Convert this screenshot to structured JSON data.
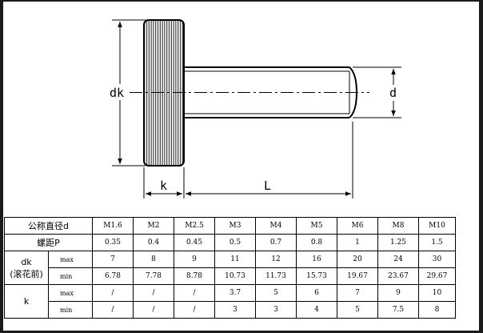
{
  "drawing": {
    "label_dk": "dk",
    "label_d": "d",
    "label_k": "k",
    "label_L": "L"
  },
  "table": {
    "header_label": "公称直径d",
    "sizes": [
      "M1.6",
      "M2",
      "M2.5",
      "M3",
      "M4",
      "M5",
      "M6",
      "M8",
      "M10"
    ],
    "pitch": {
      "label": "螺距P",
      "values": [
        "0.35",
        "0.4",
        "0.45",
        "0.5",
        "0.7",
        "0.8",
        "1",
        "1.25",
        "1.5"
      ]
    },
    "dk": {
      "label": "dk",
      "note": "(滚花前)",
      "max": {
        "label": "max",
        "values": [
          "7",
          "8",
          "9",
          "11",
          "12",
          "16",
          "20",
          "24",
          "30"
        ]
      },
      "min": {
        "label": "min",
        "values": [
          "6.78",
          "7.78",
          "8.78",
          "10.73",
          "11.73",
          "15.73",
          "19.67",
          "23.67",
          "29.67"
        ]
      }
    },
    "k": {
      "label": "k",
      "max": {
        "label": "max",
        "values": [
          "/",
          "/",
          "/",
          "3.7",
          "5",
          "6",
          "7",
          "9",
          "10"
        ]
      },
      "min": {
        "label": "min",
        "values": [
          "/",
          "/",
          "/",
          "3",
          "3",
          "4",
          "5",
          "7.5",
          "8"
        ]
      }
    }
  }
}
